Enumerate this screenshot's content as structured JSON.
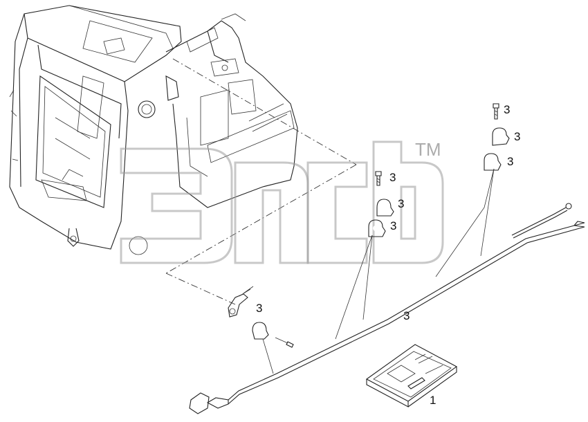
{
  "diagram": {
    "callouts": [
      {
        "id": "c-bolt-top",
        "text": "3"
      },
      {
        "id": "c-clamp-top-1",
        "text": "3"
      },
      {
        "id": "c-clamp-top-2",
        "text": "3"
      },
      {
        "id": "c-bolt-mid",
        "text": "3"
      },
      {
        "id": "c-clamp-mid-1",
        "text": "3"
      },
      {
        "id": "c-clamp-mid-2",
        "text": "3"
      },
      {
        "id": "c-bracket-left",
        "text": "3"
      },
      {
        "id": "c-harness",
        "text": "3"
      },
      {
        "id": "c-manual",
        "text": "1"
      }
    ],
    "watermark": {
      "trademark": "TM"
    }
  }
}
